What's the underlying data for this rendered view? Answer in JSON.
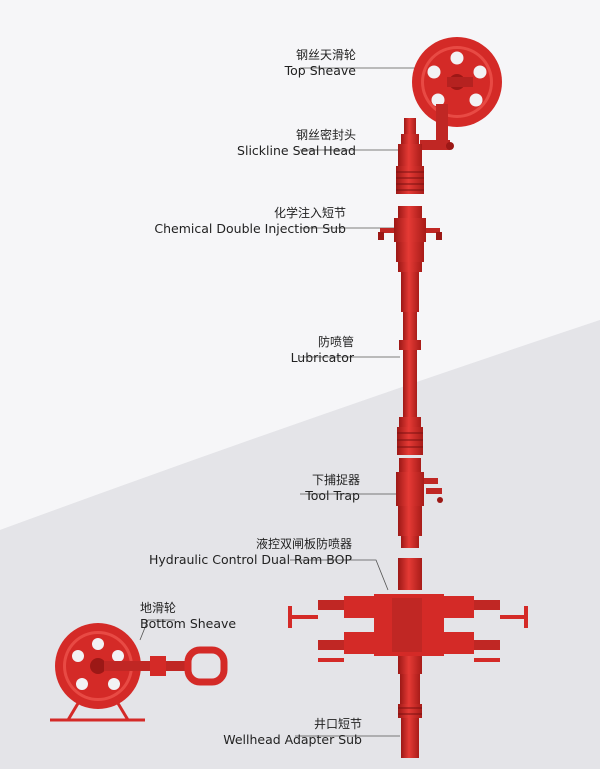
{
  "colors": {
    "equipment_red": "#d42a27",
    "equipment_dark": "#9c1816",
    "leader_line": "#555555"
  },
  "components": [
    {
      "id": "top-sheave",
      "zh": "钢丝天滑轮",
      "en": "Top Sheave"
    },
    {
      "id": "slickline-seal-head",
      "zh": "钢丝密封头",
      "en": "Slickline Seal Head"
    },
    {
      "id": "chemical-injection-sub",
      "zh": "化学注入短节",
      "en": "Chemical Double Injection Sub"
    },
    {
      "id": "lubricator",
      "zh": "防喷管",
      "en": "Lubricator"
    },
    {
      "id": "tool-trap",
      "zh": "下捕捉器",
      "en": "Tool Trap"
    },
    {
      "id": "dual-ram-bop",
      "zh": "液控双闸板防喷器",
      "en": "Hydraulic Control Dual Ram BOP"
    },
    {
      "id": "bottom-sheave",
      "zh": "地滑轮",
      "en": "Bottom Sheave"
    },
    {
      "id": "wellhead-adapter-sub",
      "zh": "井口短节",
      "en": "Wellhead Adapter Sub"
    }
  ]
}
